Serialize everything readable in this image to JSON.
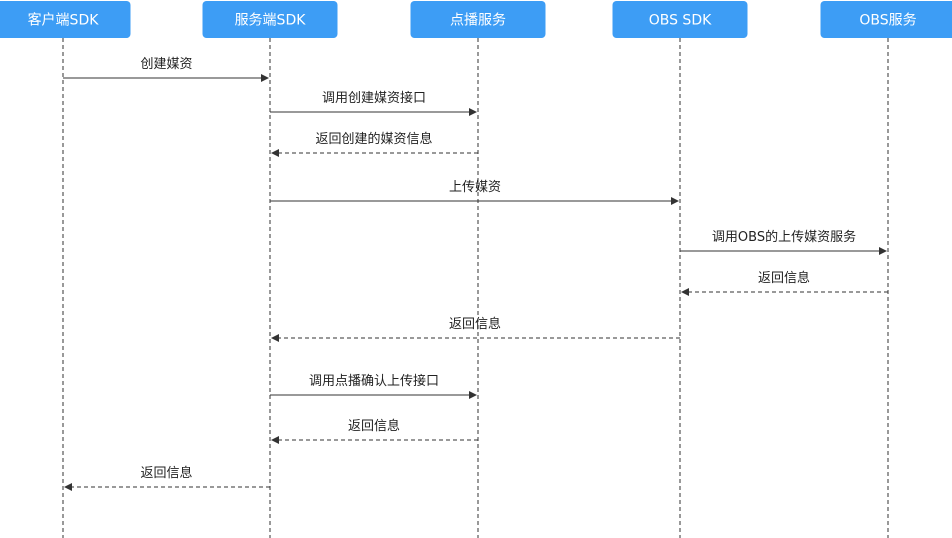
{
  "diagram": {
    "participants": [
      {
        "id": "client",
        "label": "客户端SDK"
      },
      {
        "id": "server",
        "label": "服务端SDK"
      },
      {
        "id": "vod",
        "label": "点播服务"
      },
      {
        "id": "obssdk",
        "label": "OBS SDK"
      },
      {
        "id": "obs",
        "label": "OBS服务"
      }
    ],
    "messages": [
      {
        "from": "client",
        "to": "server",
        "label": "创建媒资",
        "reply": false
      },
      {
        "from": "server",
        "to": "vod",
        "label": "调用创建媒资接口",
        "reply": false
      },
      {
        "from": "vod",
        "to": "server",
        "label": "返回创建的媒资信息",
        "reply": true
      },
      {
        "from": "server",
        "to": "obssdk",
        "label": "上传媒资",
        "reply": false
      },
      {
        "from": "obssdk",
        "to": "obs",
        "label": "调用OBS的上传媒资服务",
        "reply": false
      },
      {
        "from": "obs",
        "to": "obssdk",
        "label": "返回信息",
        "reply": true
      },
      {
        "from": "obssdk",
        "to": "server",
        "label": "返回信息",
        "reply": true
      },
      {
        "from": "server",
        "to": "vod",
        "label": "调用点播确认上传接口",
        "reply": false
      },
      {
        "from": "vod",
        "to": "server",
        "label": "返回信息",
        "reply": true
      },
      {
        "from": "server",
        "to": "client",
        "label": "返回信息",
        "reply": true
      }
    ]
  }
}
